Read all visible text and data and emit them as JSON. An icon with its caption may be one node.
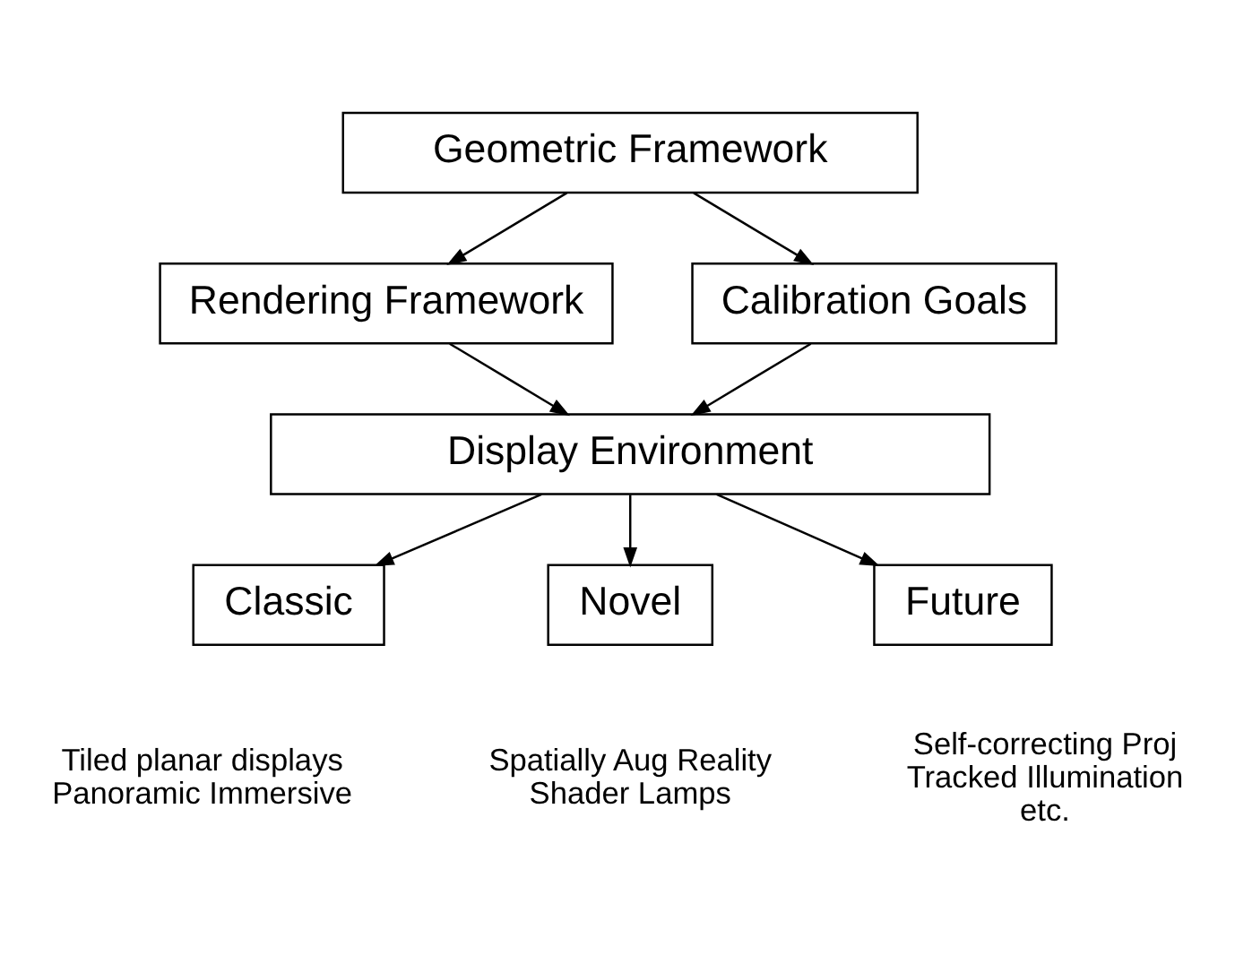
{
  "diagram": {
    "nodes": [
      {
        "text": [
          "Geometric Framework"
        ]
      },
      {
        "text": [
          "Rendering Framework"
        ]
      },
      {
        "text": [
          "Calibration Goals"
        ]
      },
      {
        "text": [
          "Display Environment"
        ]
      },
      {
        "text": [
          "Classic"
        ],
        "beside": [
          "Tiled planar displays",
          "Panoramic Immersive"
        ]
      },
      {
        "text": [
          "Novel"
        ],
        "beside": [
          "Spatially Aug Reality",
          "Shader Lamps"
        ]
      },
      {
        "text": [
          "Future"
        ],
        "beside": [
          "Self-correcting Proj",
          "Tracked Illumination",
          "etc."
        ]
      }
    ],
    "edges": [
      {
        "from": 0,
        "to": 1,
        "arrow": "to"
      },
      {
        "from": 0,
        "to": 2,
        "arrow": "to"
      },
      {
        "from": 1,
        "to": 3,
        "arrow": "to"
      },
      {
        "from": 2,
        "to": 3,
        "arrow": "to"
      },
      {
        "from": 3,
        "to": 4,
        "arrow": "to"
      },
      {
        "from": 3,
        "to": 5,
        "arrow": "to"
      },
      {
        "from": 3,
        "to": 6,
        "arrow": "to"
      }
    ]
  }
}
